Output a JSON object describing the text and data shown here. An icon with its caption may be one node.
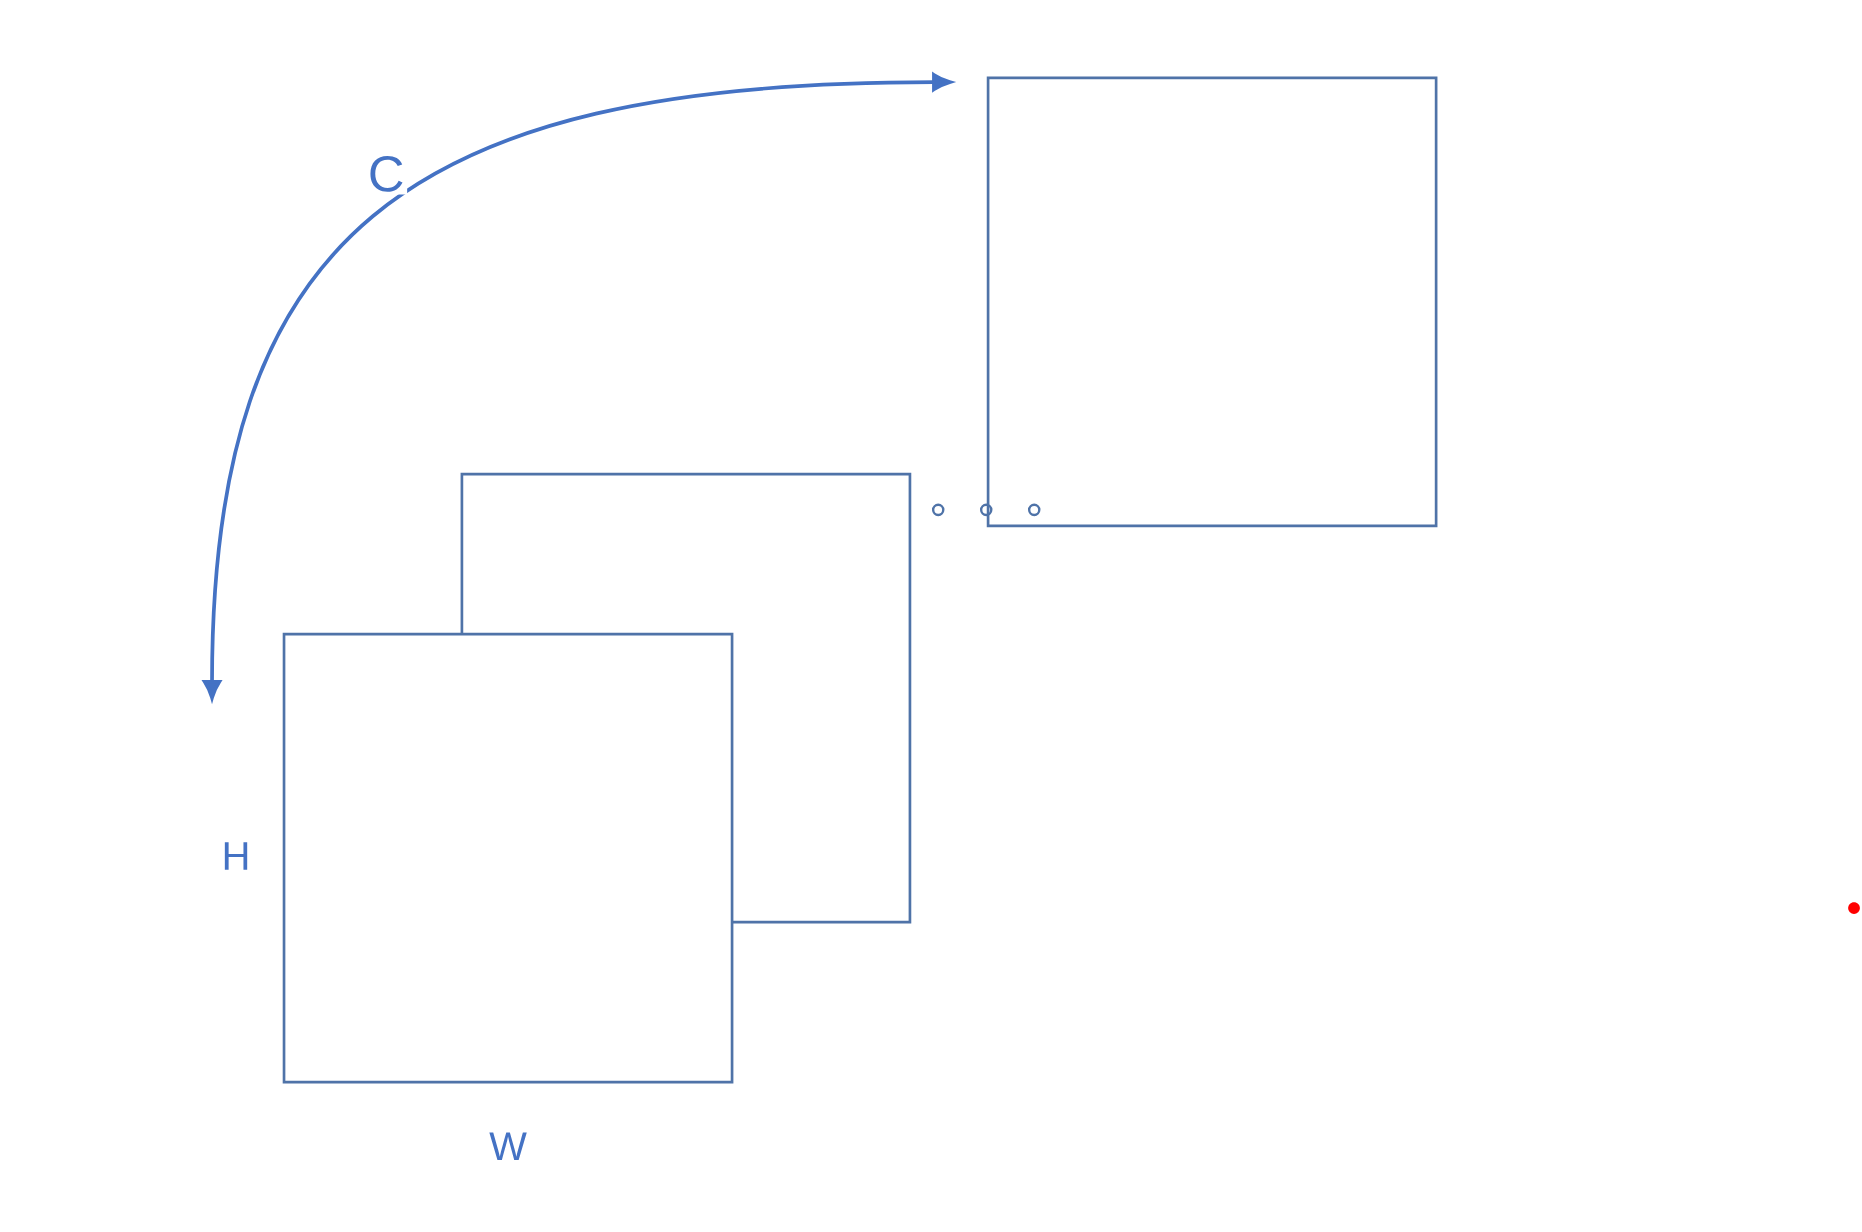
{
  "diagram": {
    "nodes": [
      {
        "text": [],
        "shape": "box"
      },
      {
        "text": [],
        "shape": "box"
      },
      {
        "text": [],
        "shape": "box"
      }
    ],
    "labels": [
      "C",
      "H",
      "W"
    ]
  }
}
